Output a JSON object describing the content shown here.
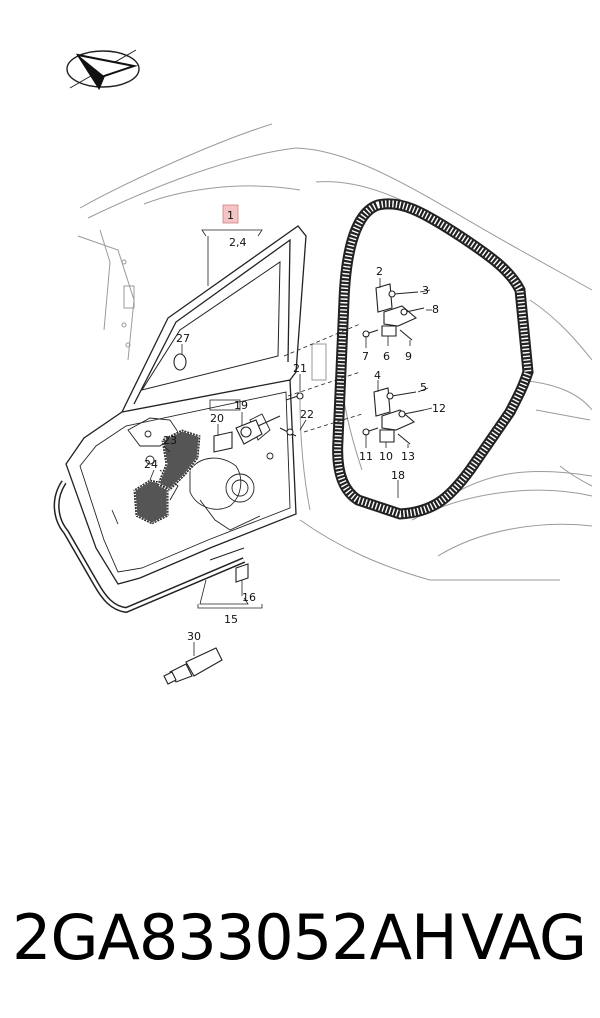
{
  "diagram": {
    "callouts": {
      "c1": "1",
      "c24top": "2,4",
      "c2": "2",
      "c3": "3",
      "c8": "8",
      "c7": "7",
      "c6": "6",
      "c9": "9",
      "c4": "4",
      "c5": "5",
      "c12": "12",
      "c11": "11",
      "c10": "10",
      "c13": "13",
      "c18": "18",
      "c27": "27",
      "c21": "21",
      "c19": "19",
      "c20": "20",
      "c22": "22",
      "c23": "23",
      "c24": "24",
      "c16": "16",
      "c15": "15",
      "c30": "30"
    },
    "highlight_color": "#f4c3c3"
  },
  "footer": {
    "part_number": "2GA833052AH",
    "brand": "VAG"
  }
}
